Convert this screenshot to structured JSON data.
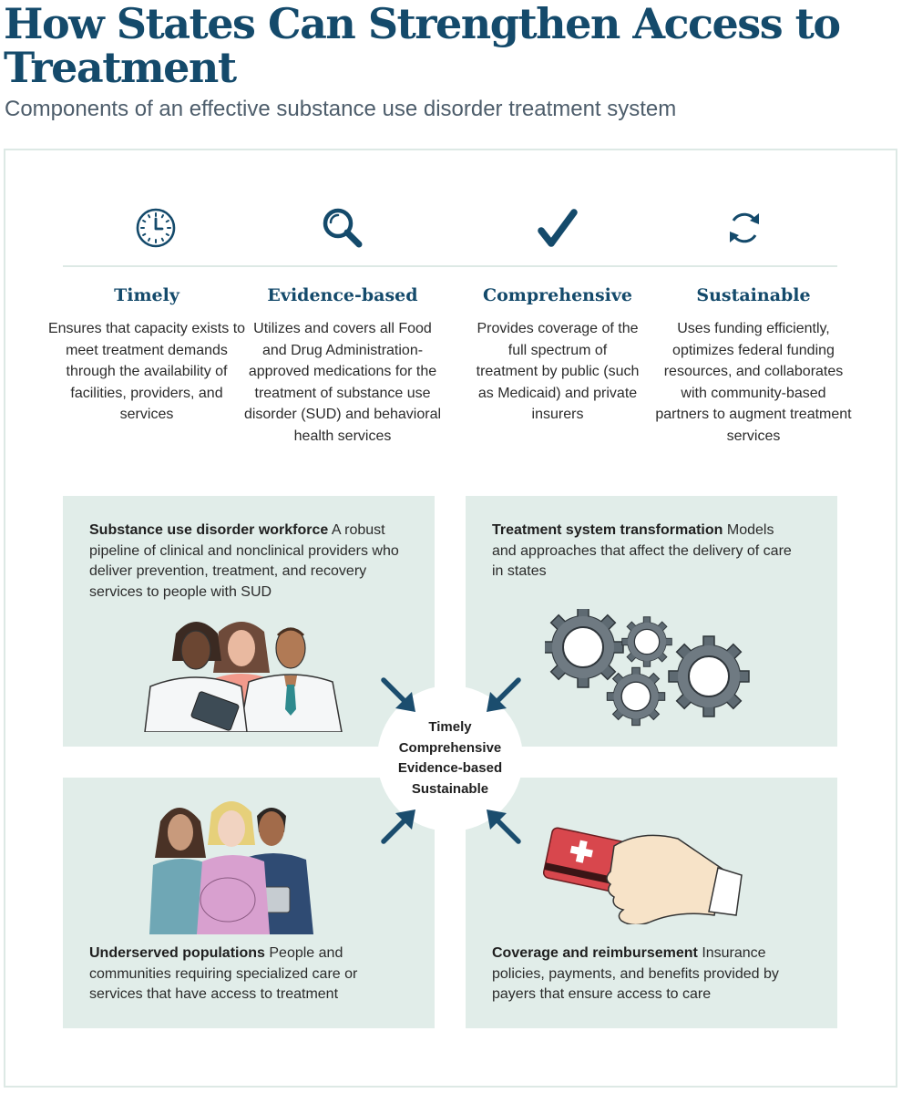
{
  "header": {
    "title": "How States Can Strengthen Access to Treatment",
    "subtitle": "Components of an effective substance use disorder treatment system"
  },
  "columns": [
    {
      "heading": "Timely",
      "icon": "clock-icon",
      "text": "Ensures that capacity exists to meet treatment demands through the availability of facilities, providers, and services"
    },
    {
      "heading": "Evidence-based",
      "icon": "magnifier-icon",
      "text": "Utilizes and covers all Food and Drug Administration-approved medications for the treatment of substance use disorder (SUD) and behavioral health services"
    },
    {
      "heading": "Comprehensive",
      "icon": "checkmark-icon",
      "text": "Provides coverage of the full spectrum of treatment by public (such as Medicaid) and private insurers"
    },
    {
      "heading": "Sustainable",
      "icon": "refresh-icon",
      "text": "Uses funding efficiently, optimizes federal funding resources, and collaborates with community-based partners to augment treatment services"
    }
  ],
  "panels": {
    "workforce": {
      "title": "Substance use disorder workforce",
      "text": "A robust pipeline of clinical and nonclinical providers who deliver prevention, treatment, and recovery services to people with SUD",
      "illustration": "healthcare-workers"
    },
    "transformation": {
      "title": "Treatment system transformation",
      "text": "Models and approaches that affect the delivery of care in states",
      "illustration": "gears"
    },
    "populations": {
      "title": "Underserved populations",
      "text": "People and communities requiring specialized care or services that have access to treatment",
      "illustration": "diverse-people"
    },
    "coverage": {
      "title": "Coverage and reimbursement",
      "text": "Insurance policies, payments, and benefits provided by payers that ensure access to care",
      "illustration": "hand-with-insurance-card"
    }
  },
  "center": {
    "line1": "Timely",
    "line2": "Comprehensive",
    "line3": "Evidence-based",
    "line4": "Sustainable"
  },
  "colors": {
    "title": "#144a6b",
    "panel": "#e1ede9",
    "arrow": "#1b4d6e",
    "border": "#dde9e5"
  }
}
